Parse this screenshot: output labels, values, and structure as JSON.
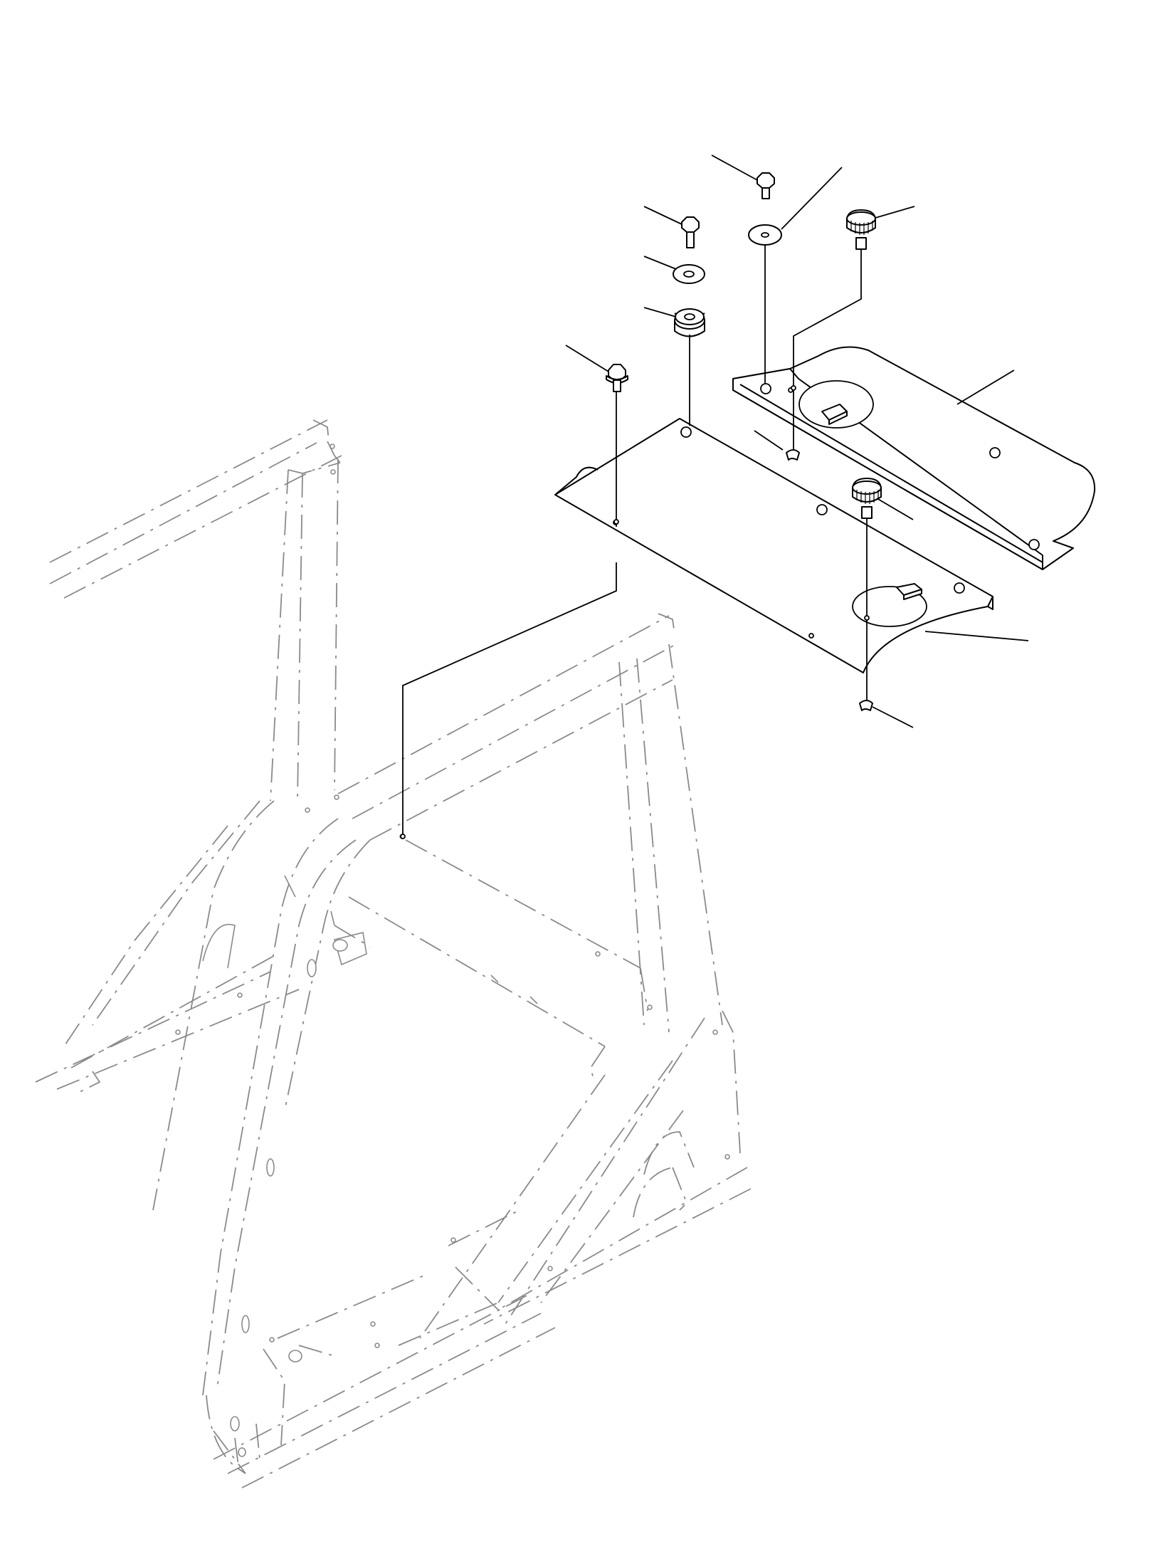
{
  "diagram": {
    "style": "exploded-isometric-parts-view",
    "colors": {
      "parts": "#000000",
      "frame": "#8a8a8a",
      "background": "#ffffff"
    },
    "parts": [
      {
        "name": "upper-cover-plate"
      },
      {
        "name": "lower-cover-plate"
      },
      {
        "name": "flange-bolt"
      },
      {
        "name": "hex-bolt"
      },
      {
        "name": "flat-washer"
      },
      {
        "name": "rubber-grommet"
      },
      {
        "name": "thumb-knob"
      },
      {
        "name": "clip-nut"
      }
    ]
  }
}
